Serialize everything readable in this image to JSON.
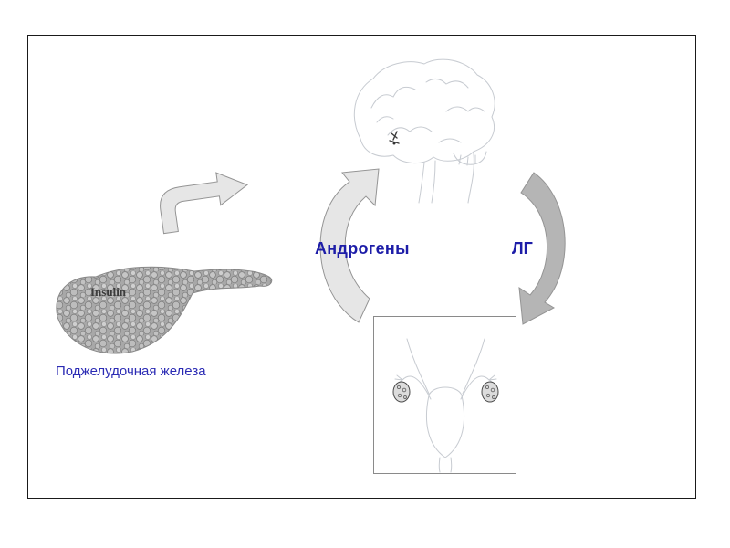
{
  "slide": {
    "labels": {
      "androgens": "Андрогены",
      "lh": "ЛГ",
      "insulin": "Insulin",
      "pancreas_caption": "Поджелудочная железа"
    },
    "illustrations": [
      "brain-hypothalamus-sketch",
      "pancreas-photo",
      "uterus-ovaries-sketch"
    ]
  },
  "colors": {
    "label_blue": "#1d1da8",
    "caption_blue": "#2b2bb4",
    "insulin_dark": "#3c3c3c",
    "arrow_light": "#e6e6e6",
    "arrow_dark": "#b5b5b5",
    "arrow_outline": "#949494",
    "sketch_gray": "#c7cbd1",
    "frame_border": "#1a1a1a",
    "box_border": "#8a8a8a"
  }
}
